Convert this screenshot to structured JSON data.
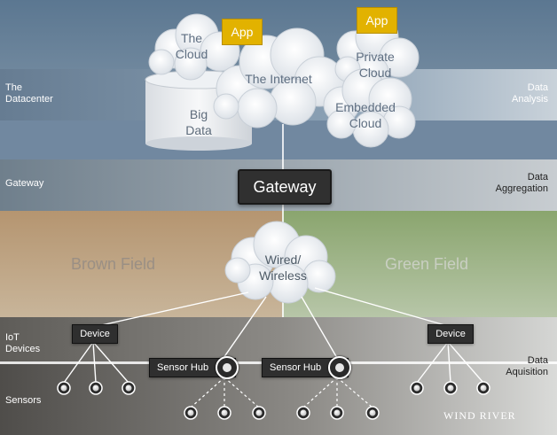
{
  "layers": {
    "datacenter": "The\nDatacenter",
    "gateway": "Gateway",
    "iot_devices": "IoT\nDevices",
    "sensors": "Sensors"
  },
  "right_labels": {
    "data_analysis": "Data\nAnalysis",
    "data_aggregation": "Data\nAggregation",
    "data_acquisition": "Data\nAquisition"
  },
  "clouds": {
    "the_cloud": "The\nCloud",
    "internet": "The Internet",
    "private_cloud": "Private\nCloud",
    "embedded_cloud": "Embedded\nCloud",
    "wired_wireless": "Wired/\nWireless"
  },
  "badges": {
    "app_left": "App",
    "app_right": "App"
  },
  "big_data": "Big\nData",
  "gateway_box": "Gateway",
  "fields": {
    "brown": "Brown Field",
    "green": "Green Field"
  },
  "devices": {
    "left": "Device",
    "right": "Device"
  },
  "hubs": {
    "left": "Sensor Hub",
    "right": "Sensor Hub"
  },
  "brand": "WIND RIVER",
  "colors": {
    "top_band": "#5f7891",
    "datacenter_band": "#7d90a3",
    "gateway_band": "#6d7f8e",
    "brown_field": "#b69a78",
    "green_field": "#93aa79",
    "app_badge": "#e2b200"
  }
}
